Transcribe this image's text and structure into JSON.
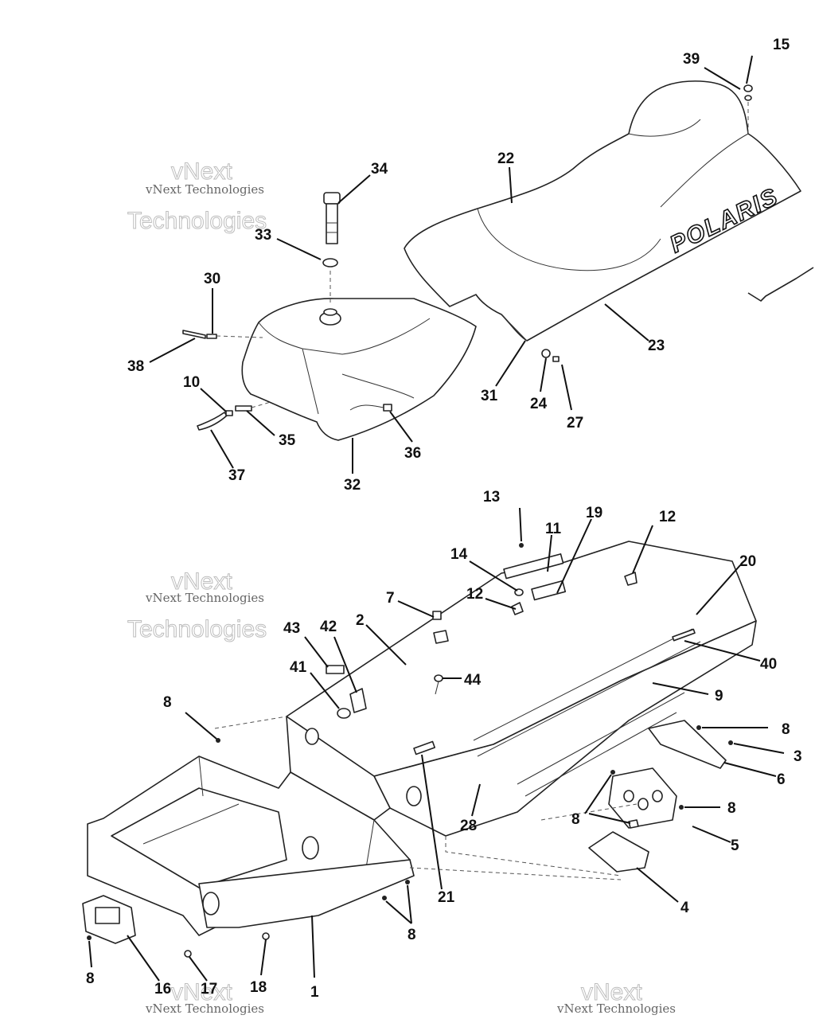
{
  "brand_text": "POLARIS",
  "watermark": {
    "line1": "vNext Technologies",
    "line2": "vNext",
    "line3": "Technologies"
  },
  "callouts": {
    "c1": "1",
    "c2": "2",
    "c3": "3",
    "c4": "4",
    "c5": "5",
    "c6": "6",
    "c7": "7",
    "c8": "8",
    "c9": "9",
    "c10": "10",
    "c11": "11",
    "c12": "12",
    "c13": "13",
    "c14": "14",
    "c15": "15",
    "c16": "16",
    "c17": "17",
    "c18": "18",
    "c19": "19",
    "c20": "20",
    "c21": "21",
    "c22": "22",
    "c23": "23",
    "c24": "24",
    "c27": "27",
    "c28": "28",
    "c30": "30",
    "c31": "31",
    "c32": "32",
    "c33": "33",
    "c34": "34",
    "c35": "35",
    "c36": "36",
    "c37": "37",
    "c38": "38",
    "c39": "39",
    "c40": "40",
    "c41": "41",
    "c42": "42",
    "c43": "43",
    "c44": "44"
  }
}
